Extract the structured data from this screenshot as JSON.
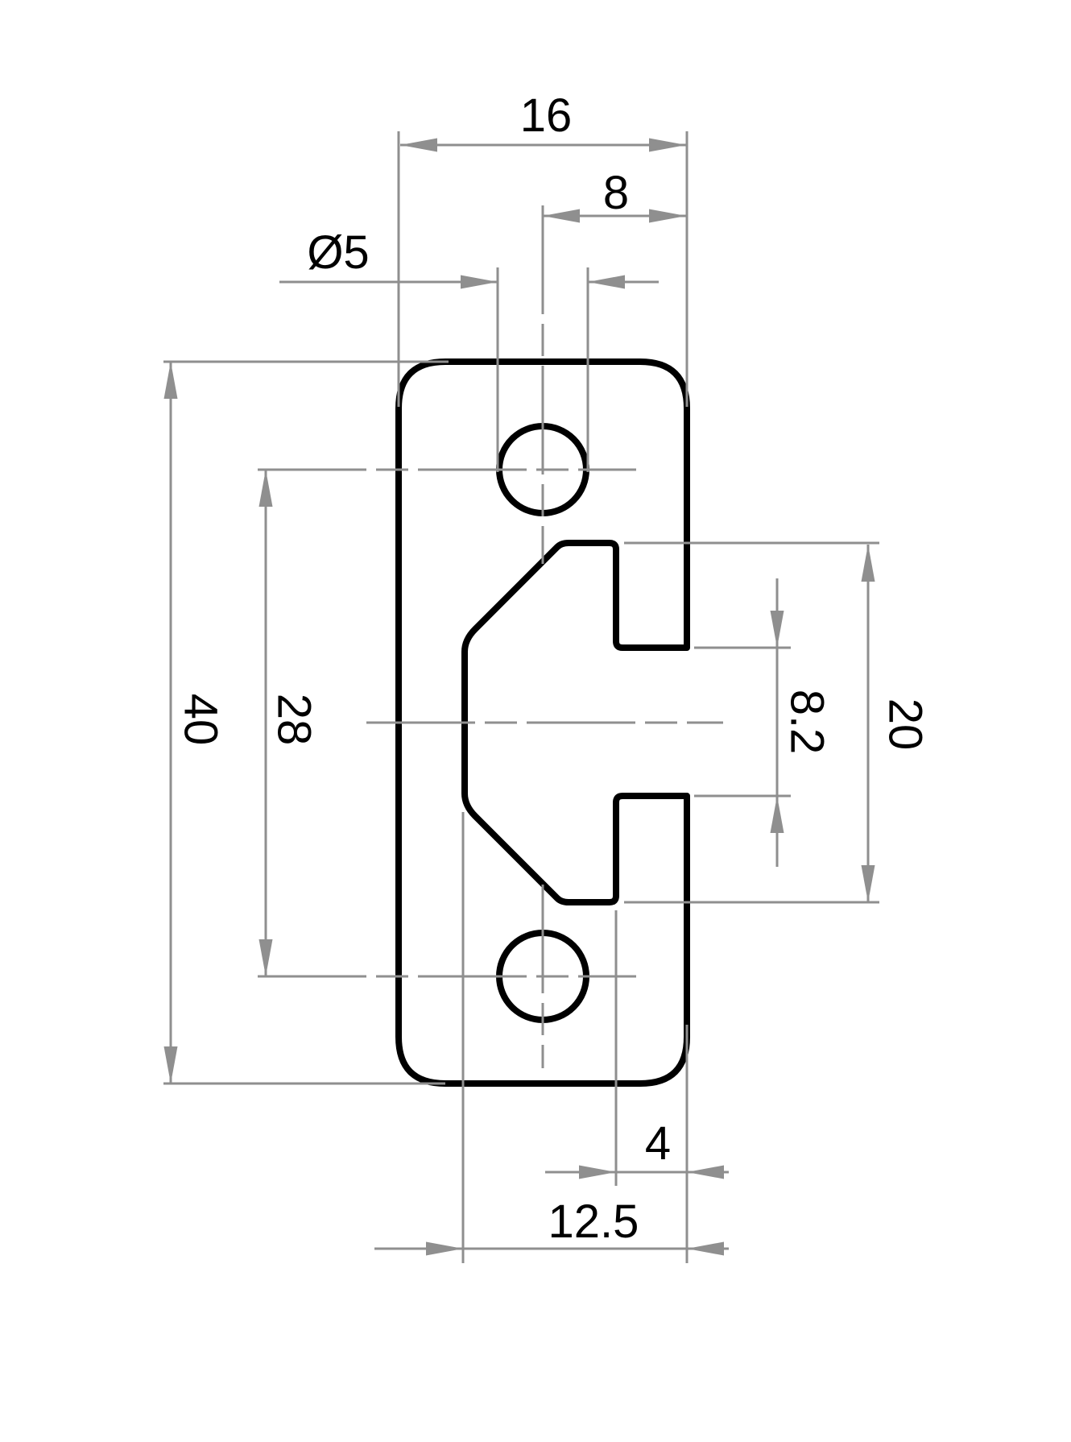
{
  "drawing": {
    "kind": "dimensioned cross-section technical drawing",
    "dimensions": {
      "overall_width": "16",
      "hole_offset": "8",
      "hole_diameter": "Ø5",
      "overall_height": "40",
      "hole_spacing": "28",
      "slot_opening": "8.2",
      "slot_height": "20",
      "lip_depth": "4",
      "slot_depth": "12.5"
    },
    "colors": {
      "outline": "#000000",
      "dimension": "#8f8f8f",
      "background": "#ffffff"
    }
  }
}
